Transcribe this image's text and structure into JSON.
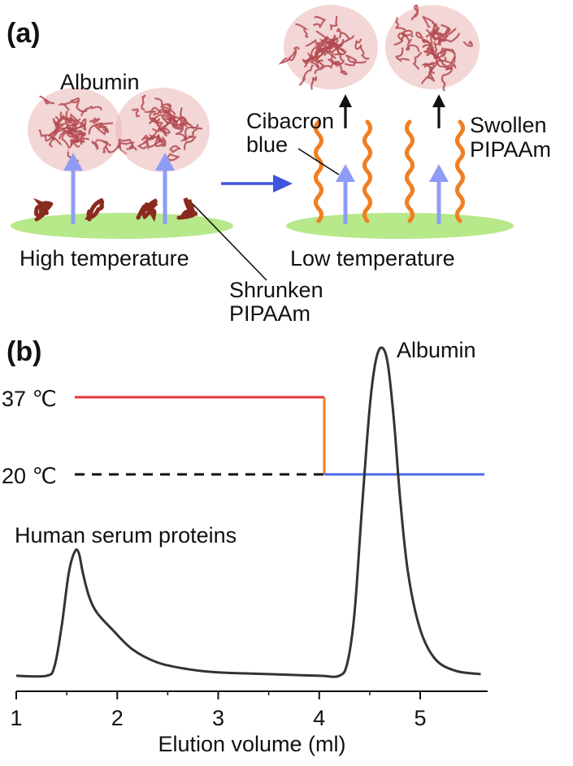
{
  "panel_a": {
    "label": "(a)",
    "albumin_label": "Albumin",
    "cibacron_label_1": "Cibacron",
    "cibacron_label_2": "blue",
    "swollen_label_1": "Swollen",
    "swollen_label_2": "PIPAAm",
    "shrunken_label_1": "Shrunken",
    "shrunken_label_2": "PIPAAm",
    "high_temp_label": "High temperature",
    "low_temp_label": "Low temperature",
    "colors": {
      "high_temp": "#e8343a",
      "low_temp": "#6f78e6",
      "surface": "#b7e88a",
      "protein": "#b34a50",
      "polymer_swollen": "#f07f23",
      "polymer_shrunken": "#8a2a1e",
      "ligand_arrow": "#8e9cf5",
      "transition_arrow": "#3d55e0"
    }
  },
  "panel_b": {
    "label": "(b)",
    "temp_high_label": "37 ℃",
    "temp_low_label": "20 ℃",
    "peak1_label": "Human serum proteins",
    "peak2_label": "Albumin",
    "xlabel": "Elution volume (ml)",
    "x_ticks": [
      "1",
      "2",
      "3",
      "4",
      "5"
    ],
    "colors": {
      "temp_high": "#e8343a",
      "temp_low": "#4c67e8",
      "temp_switch": "#f07f23",
      "trace": "#333333"
    }
  },
  "chart_data": {
    "type": "line",
    "xlabel": "Elution volume (ml)",
    "ylabel": "",
    "xlim": [
      1,
      5.6
    ],
    "x_ticks": [
      1,
      2,
      3,
      4,
      5
    ],
    "grid": false,
    "series": [
      {
        "x": [
          1.0,
          1.3,
          1.38,
          1.45,
          1.52,
          1.58,
          1.62,
          1.66,
          1.72,
          1.8,
          1.95,
          2.15,
          2.4,
          2.7,
          3.0,
          3.5,
          4.0,
          4.2,
          4.28,
          4.35,
          4.42,
          4.5,
          4.56,
          4.62,
          4.68,
          4.74,
          4.8,
          4.88,
          5.0,
          5.15,
          5.35,
          5.6
        ],
        "y": [
          0.01,
          0.01,
          0.04,
          0.16,
          0.32,
          0.385,
          0.38,
          0.32,
          0.25,
          0.2,
          0.15,
          0.09,
          0.05,
          0.03,
          0.02,
          0.015,
          0.01,
          0.01,
          0.05,
          0.2,
          0.5,
          0.82,
          0.96,
          1.0,
          0.95,
          0.78,
          0.55,
          0.32,
          0.15,
          0.06,
          0.025,
          0.015
        ]
      }
    ],
    "annotations": [
      "Human serum proteins",
      "Albumin"
    ]
  }
}
